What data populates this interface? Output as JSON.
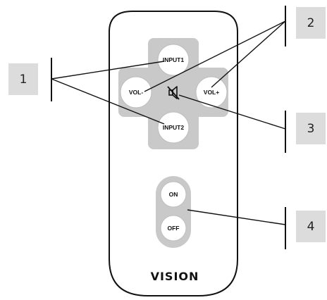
{
  "remote": {
    "buttons": {
      "input1": "INPUT1",
      "input2": "INPUT2",
      "vol_minus": "VOL-",
      "vol_plus": "VOL+",
      "on": "ON",
      "off": "OFF"
    },
    "mute_icon": "mute-speaker-icon",
    "brand": "VISION"
  },
  "callouts": [
    {
      "number": "1"
    },
    {
      "number": "2"
    },
    {
      "number": "3"
    },
    {
      "number": "4"
    }
  ],
  "colors": {
    "body_outline": "#111111",
    "button_pad": "#c9c9c9",
    "button_face": "#ffffff",
    "callout_box": "#dcdcdc"
  }
}
